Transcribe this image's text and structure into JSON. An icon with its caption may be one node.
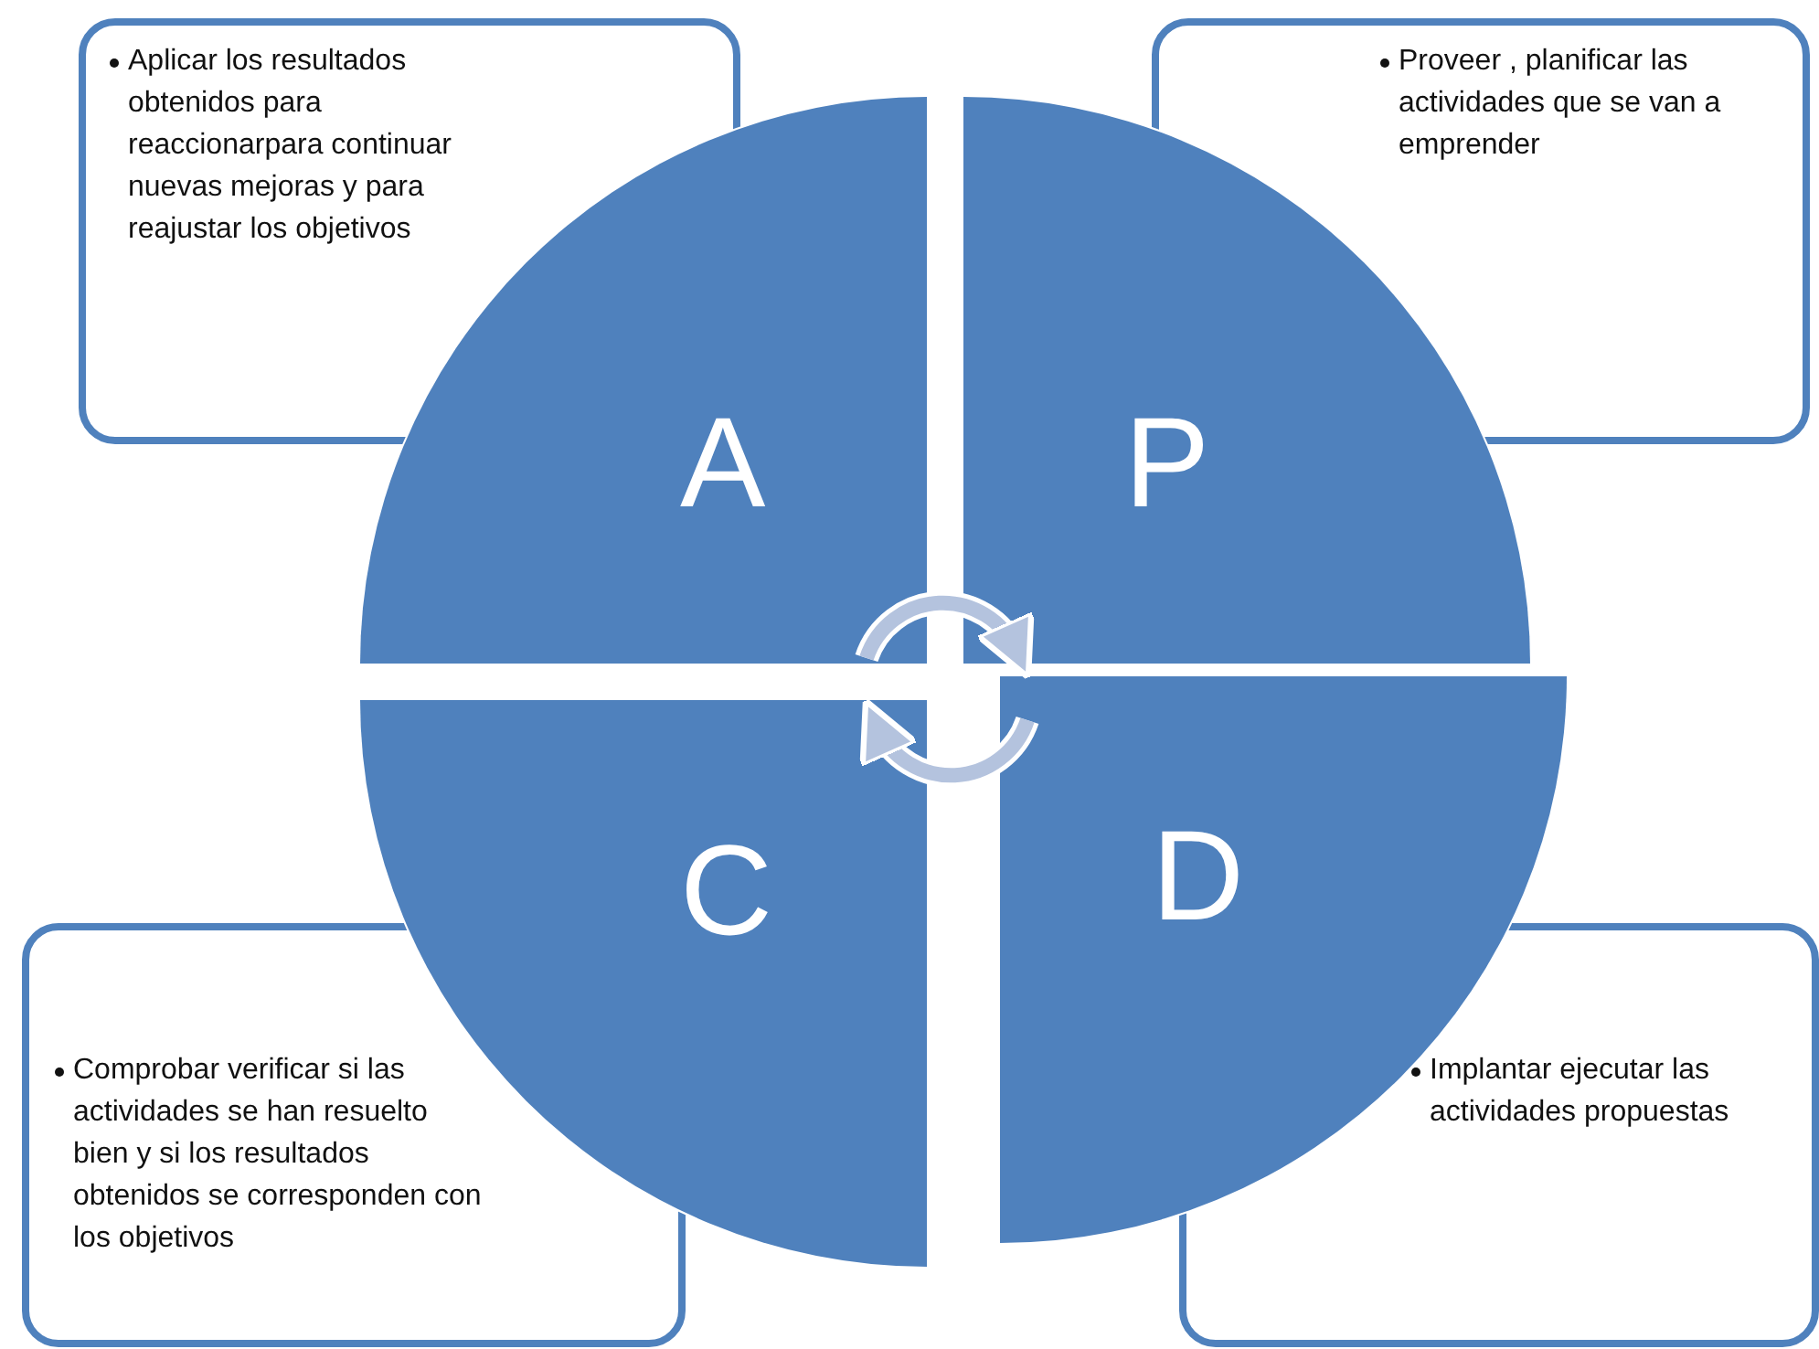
{
  "diagram": {
    "nodes": [
      {
        "text": [
          "Aplicar los resultados obtenidos para reaccionarpara continuar nuevas mejoras y para reajustar los objetivos"
        ]
      },
      {
        "text": [
          "Proveer , planificar las actividades que se van a emprender"
        ]
      },
      {
        "text": [
          "A"
        ]
      },
      {
        "text": [
          "P"
        ]
      },
      {
        "text": [
          "C"
        ]
      },
      {
        "text": [
          "D"
        ]
      },
      {
        "text": [
          "Comprobar verificar si las actividades se han resuelto bien y si los resultados  obtenidos se corresponden con los objetivos"
        ]
      },
      {
        "text": [
          "Implantar ejecutar las actividades propuestas"
        ]
      }
    ],
    "edges": [
      {
        "from": 2,
        "to": 3,
        "arrow": "to"
      },
      {
        "from": 5,
        "to": 4,
        "arrow": "to"
      }
    ]
  }
}
